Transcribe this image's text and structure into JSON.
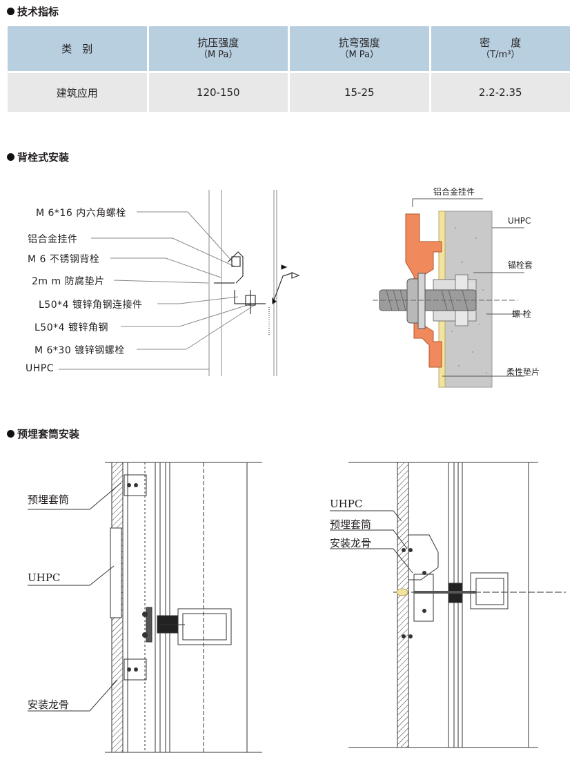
{
  "sections": {
    "tech": "技术指标",
    "back_bolt": "背栓式安装",
    "sleeve": "预埋套筒安装"
  },
  "table": {
    "headers": [
      {
        "main": "类　别",
        "sub": ""
      },
      {
        "main": "抗压强度",
        "sub": "（M Pa）"
      },
      {
        "main": "抗弯强度",
        "sub": "（M Pa）"
      },
      {
        "main": "密　　度",
        "sub": "（T/m³）"
      }
    ],
    "row": [
      "建筑应用",
      "120-150",
      "15-25",
      "2.2-2.35"
    ]
  },
  "back_bolt_labels": [
    "M 6*16 内六角螺栓",
    "铝合金挂件",
    "M 6 不锈钢背栓",
    "2m m  防腐垫片",
    "L50*4 镀锌角钢连接件",
    "L50*4 镀锌角钢",
    "M 6*30 镀锌钢螺栓",
    "UHPC"
  ],
  "detail_labels": {
    "top": "铝合金挂件",
    "uhpc": "UHPC",
    "anchor": "锚栓套",
    "bolt": "螺 栓",
    "pad": "柔性垫片"
  },
  "sleeve_left_labels": {
    "sleeve": "预埋套筒",
    "uhpc": "UHPC",
    "keel": "安装龙骨"
  },
  "sleeve_right_labels": {
    "uhpc": "UHPC",
    "sleeve": "预埋套筒",
    "keel": "安装龙骨"
  },
  "colors": {
    "header_bg": "#b8cfe0",
    "cell_bg": "#e8e8e8",
    "bracket": "#f08a5d",
    "concrete": "#c9c9c9",
    "pad": "#f3e3a0"
  }
}
